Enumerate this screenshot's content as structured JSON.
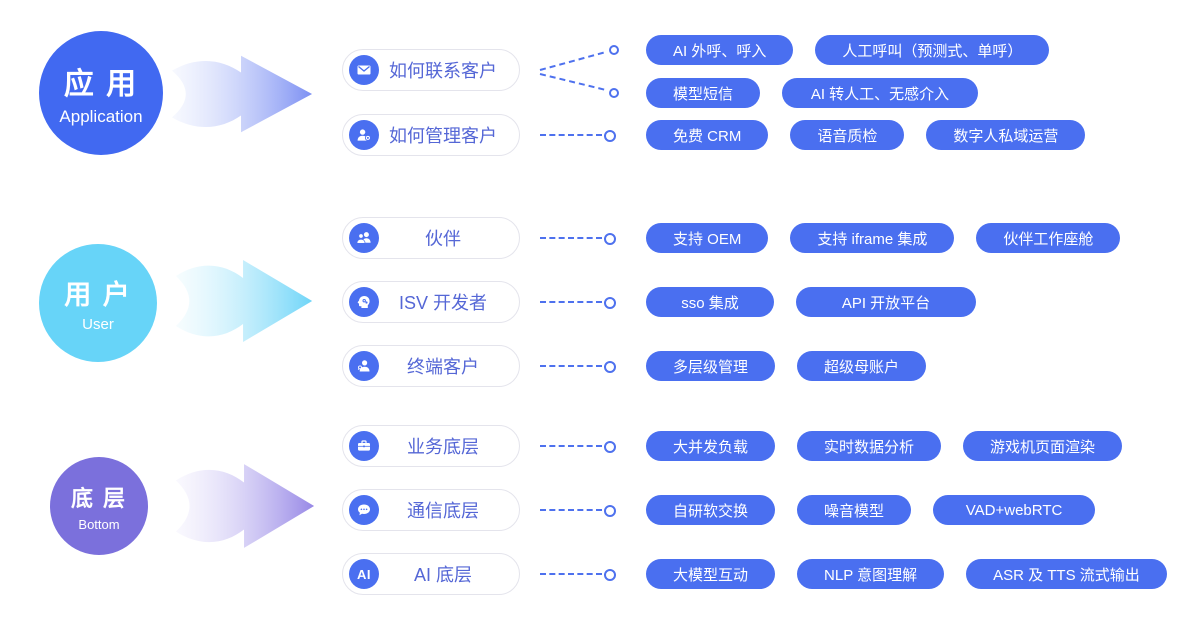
{
  "colors": {
    "pill_blue": "#4A6FF0",
    "application_circle": "#4169F1",
    "user_circle": "#67D4F8",
    "bottom_circle": "#7B70DC",
    "connector_blue": "#4E71EE",
    "capsule_text": "#5567D6"
  },
  "ai_icon_text": "AI",
  "sections": {
    "application": {
      "circle_zh": "应 用",
      "circle_en": "Application",
      "categories": [
        {
          "label": "如何联系客户",
          "icon": "envelope-icon"
        },
        {
          "label": "如何管理客户",
          "icon": "user-gear-icon"
        }
      ],
      "rows": [
        [
          "AI 外呼、呼入",
          "人工呼叫（预测式、单呼）"
        ],
        [
          "模型短信",
          "AI 转人工、无感介入"
        ],
        [
          "免费 CRM",
          "语音质检",
          "数字人私域运营"
        ]
      ]
    },
    "user": {
      "circle_zh": "用 户",
      "circle_en": "User",
      "categories": [
        {
          "label": "伙伴",
          "icon": "people-icon"
        },
        {
          "label": "ISV 开发者",
          "icon": "head-gear-icon"
        },
        {
          "label": "终端客户",
          "icon": "user-search-icon"
        }
      ],
      "rows": [
        [
          "支持 OEM",
          "支持 iframe 集成",
          "伙伴工作座舱"
        ],
        [
          "sso 集成",
          "API 开放平台"
        ],
        [
          "多层级管理",
          "超级母账户"
        ]
      ]
    },
    "bottom": {
      "circle_zh": "底 层",
      "circle_en": "Bottom",
      "categories": [
        {
          "label": "业务底层",
          "icon": "briefcase-icon"
        },
        {
          "label": "通信底层",
          "icon": "chat-dots-icon"
        },
        {
          "label": "AI 底层",
          "icon": "ai-icon"
        }
      ],
      "rows": [
        [
          "大并发负载",
          "实时数据分析",
          "游戏机页面渲染"
        ],
        [
          "自研软交换",
          "噪音模型",
          "VAD+webRTC"
        ],
        [
          "大模型互动",
          "NLP 意图理解",
          "ASR 及 TTS 流式输出"
        ]
      ]
    }
  }
}
